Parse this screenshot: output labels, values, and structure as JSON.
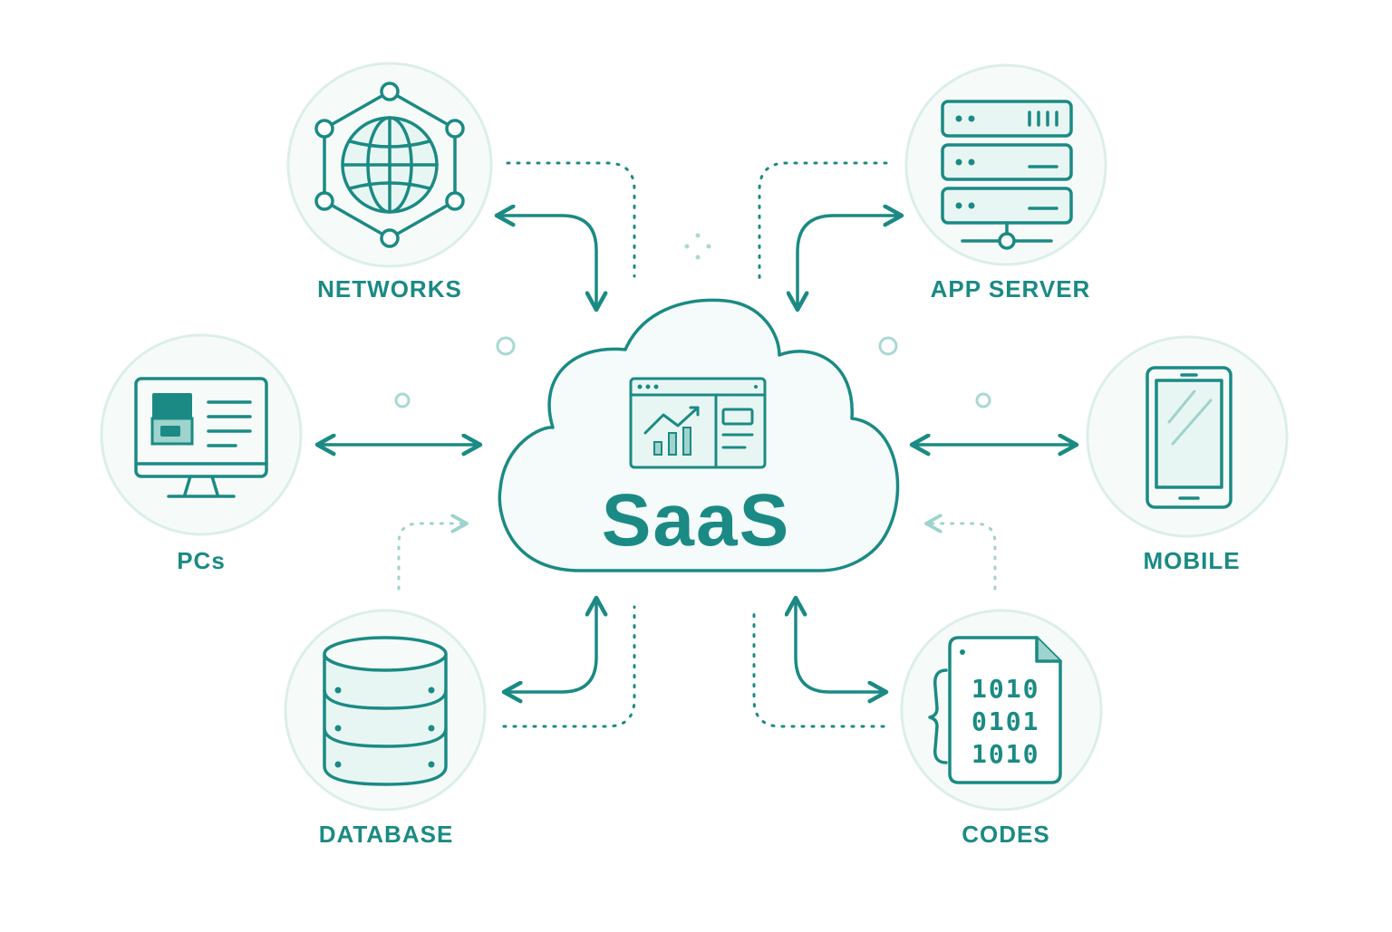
{
  "colors": {
    "teal": "#1b8a84",
    "teal_light": "#a9d9d3",
    "circle_fill": "#f6fbfa",
    "circle_stroke": "#dceeeb",
    "cloud_fill": "#f4fbfa"
  },
  "center": {
    "label": "SaaS",
    "icon": "cloud-dashboard-icon"
  },
  "nodes": [
    {
      "id": "networks",
      "label": "NETWORKS",
      "icon": "globe-network-icon"
    },
    {
      "id": "app-server",
      "label": "APP SERVER",
      "icon": "server-rack-icon"
    },
    {
      "id": "pcs",
      "label": "PCs",
      "icon": "desktop-monitor-icon"
    },
    {
      "id": "mobile",
      "label": "MOBILE",
      "icon": "smartphone-icon"
    },
    {
      "id": "database",
      "label": "DATABASE",
      "icon": "database-icon"
    },
    {
      "id": "codes",
      "label": "CODES",
      "icon": "code-file-icon"
    }
  ],
  "code_lines": [
    "1010",
    "0101",
    "1010"
  ]
}
